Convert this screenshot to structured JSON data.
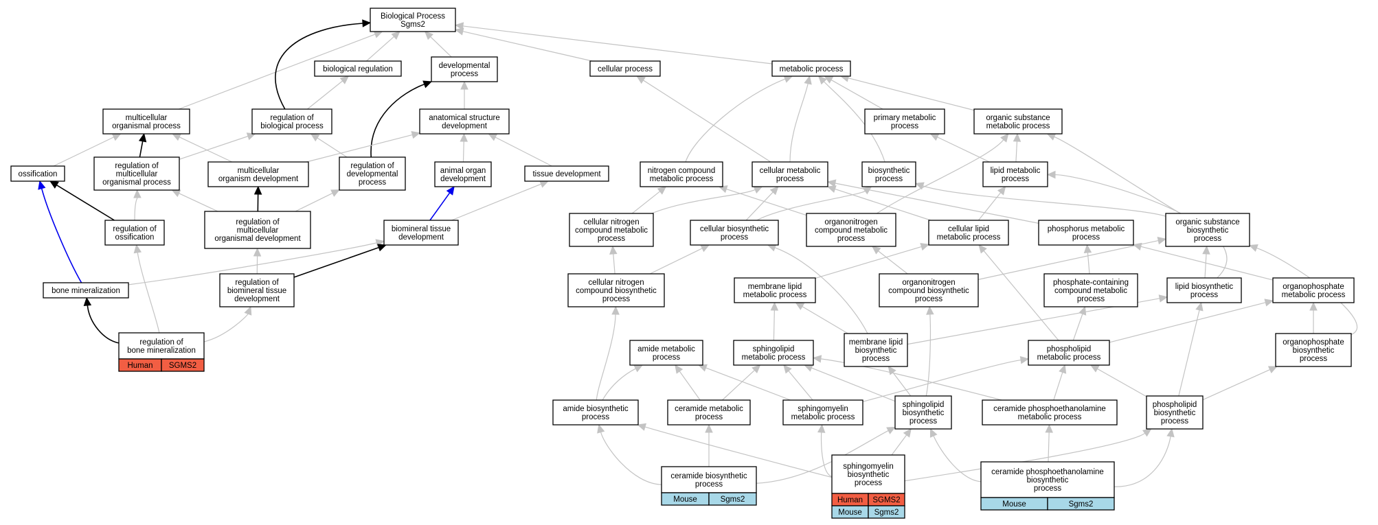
{
  "colors": {
    "edge_default": "#c3c3c3",
    "edge_highlight": "#000000",
    "edge_blue": "#0000ee",
    "human": "#f25e43",
    "mouse": "#a8d8e8",
    "node_fill": "#ffffff",
    "node_border": "#000000"
  },
  "nodes": [
    {
      "id": "bp",
      "lines": [
        "Biological Process",
        "Sgms2"
      ]
    },
    {
      "id": "breg",
      "lines": [
        "biological regulation"
      ]
    },
    {
      "id": "dev",
      "lines": [
        "developmental",
        "process"
      ]
    },
    {
      "id": "cellp",
      "lines": [
        "cellular process"
      ]
    },
    {
      "id": "metab",
      "lines": [
        "metabolic process"
      ]
    },
    {
      "id": "mop",
      "lines": [
        "multicellular",
        "organismal process"
      ]
    },
    {
      "id": "rbp",
      "lines": [
        "regulation of",
        "biological process"
      ]
    },
    {
      "id": "asd",
      "lines": [
        "anatomical structure",
        "development"
      ]
    },
    {
      "id": "pmp",
      "lines": [
        "primary metabolic",
        "process"
      ]
    },
    {
      "id": "osmp",
      "lines": [
        "organic substance",
        "metabolic process"
      ]
    },
    {
      "id": "oss",
      "lines": [
        "ossification"
      ]
    },
    {
      "id": "rmop",
      "lines": [
        "regulation of",
        "multicellular",
        "organismal process"
      ]
    },
    {
      "id": "mod",
      "lines": [
        "multicellular",
        "organism development"
      ]
    },
    {
      "id": "rdp",
      "lines": [
        "regulation of",
        "developmental",
        "process"
      ]
    },
    {
      "id": "aod",
      "lines": [
        "animal organ",
        "development"
      ]
    },
    {
      "id": "td",
      "lines": [
        "tissue development"
      ]
    },
    {
      "id": "ncmp",
      "lines": [
        "nitrogen compound",
        "metabolic process"
      ]
    },
    {
      "id": "cmp",
      "lines": [
        "cellular metabolic",
        "process"
      ]
    },
    {
      "id": "bsp",
      "lines": [
        "biosynthetic",
        "process"
      ]
    },
    {
      "id": "lmp",
      "lines": [
        "lipid metabolic",
        "process"
      ]
    },
    {
      "id": "ross",
      "lines": [
        "regulation of",
        "ossification"
      ]
    },
    {
      "id": "rmod",
      "lines": [
        "regulation of",
        "multicellular",
        "organismal development"
      ]
    },
    {
      "id": "btd",
      "lines": [
        "biomineral tissue",
        "development"
      ]
    },
    {
      "id": "cncmp",
      "lines": [
        "cellular nitrogen",
        "compound metabolic",
        "process"
      ]
    },
    {
      "id": "cbp",
      "lines": [
        "cellular biosynthetic",
        "process"
      ]
    },
    {
      "id": "onc",
      "lines": [
        "organonitrogen",
        "compound metabolic",
        "process"
      ]
    },
    {
      "id": "clmp",
      "lines": [
        "cellular lipid",
        "metabolic process"
      ]
    },
    {
      "id": "phmp",
      "lines": [
        "phosphorus metabolic",
        "process"
      ]
    },
    {
      "id": "osbp",
      "lines": [
        "organic substance",
        "biosynthetic",
        "process"
      ]
    },
    {
      "id": "bmin",
      "lines": [
        "bone mineralization"
      ]
    },
    {
      "id": "rbtd",
      "lines": [
        "regulation of",
        "biomineral tissue",
        "development"
      ]
    },
    {
      "id": "cncbp",
      "lines": [
        "cellular nitrogen",
        "compound biosynthetic",
        "process"
      ]
    },
    {
      "id": "mlmp",
      "lines": [
        "membrane lipid",
        "metabolic process"
      ]
    },
    {
      "id": "oncb",
      "lines": [
        "organonitrogen",
        "compound biosynthetic",
        "process"
      ]
    },
    {
      "id": "pccmp",
      "lines": [
        "phosphate-containing",
        "compound metabolic",
        "process"
      ]
    },
    {
      "id": "lbp",
      "lines": [
        "lipid biosynthetic",
        "process"
      ]
    },
    {
      "id": "opmp",
      "lines": [
        "organophosphate",
        "metabolic process"
      ]
    },
    {
      "id": "rbm",
      "lines": [
        "regulation of",
        "bone mineralization"
      ],
      "tags": [
        {
          "text": "Human",
          "kind": "human"
        },
        {
          "text": "SGMS2",
          "kind": "human"
        }
      ]
    },
    {
      "id": "amp",
      "lines": [
        "amide metabolic",
        "process"
      ]
    },
    {
      "id": "slmp",
      "lines": [
        "sphingolipid",
        "metabolic process"
      ]
    },
    {
      "id": "mlbp",
      "lines": [
        "membrane lipid",
        "biosynthetic",
        "process"
      ]
    },
    {
      "id": "plmp",
      "lines": [
        "phospholipid",
        "metabolic process"
      ]
    },
    {
      "id": "opbp",
      "lines": [
        "organophosphate",
        "biosynthetic",
        "process"
      ]
    },
    {
      "id": "abp",
      "lines": [
        "amide biosynthetic",
        "process"
      ]
    },
    {
      "id": "cermp",
      "lines": [
        "ceramide metabolic",
        "process"
      ]
    },
    {
      "id": "smmp",
      "lines": [
        "sphingomyelin",
        "metabolic process"
      ]
    },
    {
      "id": "slbp",
      "lines": [
        "sphingolipid",
        "biosynthetic",
        "process"
      ]
    },
    {
      "id": "cpemp",
      "lines": [
        "ceramide phosphoethanolamine",
        "metabolic process"
      ]
    },
    {
      "id": "plbp",
      "lines": [
        "phospholipid",
        "biosynthetic",
        "process"
      ]
    },
    {
      "id": "cerbp",
      "lines": [
        "ceramide biosynthetic",
        "process"
      ],
      "tags": [
        {
          "text": "Mouse",
          "kind": "mouse"
        },
        {
          "text": "Sgms2",
          "kind": "mouse"
        }
      ]
    },
    {
      "id": "smbp",
      "lines": [
        "sphingomyelin",
        "biosynthetic",
        "process"
      ],
      "tags": [
        {
          "text": "Human",
          "kind": "human"
        },
        {
          "text": "SGMS2",
          "kind": "human"
        },
        {
          "text": "Mouse",
          "kind": "mouse"
        },
        {
          "text": "Sgms2",
          "kind": "mouse"
        }
      ]
    },
    {
      "id": "cpebp",
      "lines": [
        "ceramide phosphoethanolamine",
        "biosynthetic",
        "process"
      ],
      "tags": [
        {
          "text": "Mouse",
          "kind": "mouse"
        },
        {
          "text": "Sgms2",
          "kind": "mouse"
        }
      ]
    }
  ],
  "edges": [
    {
      "from": "breg",
      "to": "bp",
      "style": "default"
    },
    {
      "from": "dev",
      "to": "bp",
      "style": "default"
    },
    {
      "from": "cellp",
      "to": "bp",
      "style": "default"
    },
    {
      "from": "metab",
      "to": "bp",
      "style": "default"
    },
    {
      "from": "mop",
      "to": "bp",
      "style": "default"
    },
    {
      "from": "rbp",
      "to": "bp",
      "style": "highlight"
    },
    {
      "from": "rbp",
      "to": "breg",
      "style": "default"
    },
    {
      "from": "asd",
      "to": "dev",
      "style": "default"
    },
    {
      "from": "rdp",
      "to": "dev",
      "style": "highlight"
    },
    {
      "from": "pmp",
      "to": "metab",
      "style": "default"
    },
    {
      "from": "osmp",
      "to": "metab",
      "style": "default"
    },
    {
      "from": "ncmp",
      "to": "metab",
      "style": "default"
    },
    {
      "from": "cmp",
      "to": "metab",
      "style": "default"
    },
    {
      "from": "bsp",
      "to": "metab",
      "style": "default"
    },
    {
      "from": "cmp",
      "to": "cellp",
      "style": "default"
    },
    {
      "from": "oss",
      "to": "mop",
      "style": "default"
    },
    {
      "from": "rmop",
      "to": "mop",
      "style": "highlight"
    },
    {
      "from": "mod",
      "to": "mop",
      "style": "default"
    },
    {
      "from": "rmop",
      "to": "rbp",
      "style": "default"
    },
    {
      "from": "rdp",
      "to": "rbp",
      "style": "default"
    },
    {
      "from": "mod",
      "to": "asd",
      "style": "default"
    },
    {
      "from": "aod",
      "to": "asd",
      "style": "default"
    },
    {
      "from": "td",
      "to": "asd",
      "style": "default"
    },
    {
      "from": "lmp",
      "to": "pmp",
      "style": "default"
    },
    {
      "from": "lmp",
      "to": "osmp",
      "style": "default"
    },
    {
      "from": "onc",
      "to": "osmp",
      "style": "default"
    },
    {
      "from": "osbp",
      "to": "osmp",
      "style": "default"
    },
    {
      "from": "ross",
      "to": "oss",
      "style": "highlight"
    },
    {
      "from": "bmin",
      "to": "oss",
      "style": "blue"
    },
    {
      "from": "ross",
      "to": "rmop",
      "style": "default"
    },
    {
      "from": "rmod",
      "to": "rmop",
      "style": "default"
    },
    {
      "from": "rmod",
      "to": "mod",
      "style": "highlight"
    },
    {
      "from": "rmod",
      "to": "rdp",
      "style": "default"
    },
    {
      "from": "btd",
      "to": "aod",
      "style": "blue"
    },
    {
      "from": "btd",
      "to": "td",
      "style": "default"
    },
    {
      "from": "cncmp",
      "to": "ncmp",
      "style": "default"
    },
    {
      "from": "onc",
      "to": "ncmp",
      "style": "default"
    },
    {
      "from": "cncmp",
      "to": "cmp",
      "style": "default"
    },
    {
      "from": "cbp",
      "to": "cmp",
      "style": "default"
    },
    {
      "from": "clmp",
      "to": "cmp",
      "style": "default"
    },
    {
      "from": "phmp",
      "to": "cmp",
      "style": "default"
    },
    {
      "from": "cbp",
      "to": "bsp",
      "style": "default"
    },
    {
      "from": "osbp",
      "to": "bsp",
      "style": "default"
    },
    {
      "from": "clmp",
      "to": "lmp",
      "style": "default"
    },
    {
      "from": "lbp",
      "to": "lmp",
      "style": "default"
    },
    {
      "from": "rbm",
      "to": "ross",
      "style": "default"
    },
    {
      "from": "rbtd",
      "to": "rmod",
      "style": "default"
    },
    {
      "from": "bmin",
      "to": "btd",
      "style": "default"
    },
    {
      "from": "rbtd",
      "to": "btd",
      "style": "highlight"
    },
    {
      "from": "cncbp",
      "to": "cncmp",
      "style": "default"
    },
    {
      "from": "cncbp",
      "to": "cbp",
      "style": "default"
    },
    {
      "from": "mlbp",
      "to": "cbp",
      "style": "default"
    },
    {
      "from": "oncb",
      "to": "onc",
      "style": "default"
    },
    {
      "from": "mlmp",
      "to": "clmp",
      "style": "default"
    },
    {
      "from": "plmp",
      "to": "clmp",
      "style": "default"
    },
    {
      "from": "pccmp",
      "to": "phmp",
      "style": "default"
    },
    {
      "from": "opmp",
      "to": "phmp",
      "style": "default"
    },
    {
      "from": "lbp",
      "to": "osbp",
      "style": "default"
    },
    {
      "from": "opbp",
      "to": "osbp",
      "style": "default"
    },
    {
      "from": "oncb",
      "to": "osbp",
      "style": "default"
    },
    {
      "from": "rbm",
      "to": "bmin",
      "style": "highlight"
    },
    {
      "from": "rbm",
      "to": "rbtd",
      "style": "default"
    },
    {
      "from": "abp",
      "to": "cncbp",
      "style": "default"
    },
    {
      "from": "slmp",
      "to": "mlmp",
      "style": "default"
    },
    {
      "from": "mlbp",
      "to": "mlmp",
      "style": "default"
    },
    {
      "from": "slbp",
      "to": "oncb",
      "style": "default"
    },
    {
      "from": "plmp",
      "to": "pccmp",
      "style": "default"
    },
    {
      "from": "plbp",
      "to": "lbp",
      "style": "default"
    },
    {
      "from": "mlbp",
      "to": "lbp",
      "style": "default"
    },
    {
      "from": "plmp",
      "to": "opmp",
      "style": "default"
    },
    {
      "from": "opbp",
      "to": "opmp",
      "style": "default"
    },
    {
      "from": "abp",
      "to": "amp",
      "style": "default"
    },
    {
      "from": "cermp",
      "to": "amp",
      "style": "default"
    },
    {
      "from": "smmp",
      "to": "amp",
      "style": "default"
    },
    {
      "from": "smmp",
      "to": "slmp",
      "style": "default"
    },
    {
      "from": "cermp",
      "to": "slmp",
      "style": "default"
    },
    {
      "from": "cpemp",
      "to": "slmp",
      "style": "default"
    },
    {
      "from": "slbp",
      "to": "slmp",
      "style": "default"
    },
    {
      "from": "slbp",
      "to": "mlbp",
      "style": "default"
    },
    {
      "from": "smmp",
      "to": "plmp",
      "style": "default"
    },
    {
      "from": "cpemp",
      "to": "plmp",
      "style": "default"
    },
    {
      "from": "plbp",
      "to": "plmp",
      "style": "default"
    },
    {
      "from": "plbp",
      "to": "opbp",
      "style": "default"
    },
    {
      "from": "cerbp",
      "to": "abp",
      "style": "default"
    },
    {
      "from": "cerbp",
      "to": "cermp",
      "style": "default"
    },
    {
      "from": "cerbp",
      "to": "slbp",
      "style": "default"
    },
    {
      "from": "smbp",
      "to": "smmp",
      "style": "default"
    },
    {
      "from": "smbp",
      "to": "slbp",
      "style": "default"
    },
    {
      "from": "smbp",
      "to": "abp",
      "style": "default"
    },
    {
      "from": "smbp",
      "to": "plbp",
      "style": "default"
    },
    {
      "from": "cpebp",
      "to": "cpemp",
      "style": "default"
    },
    {
      "from": "cpebp",
      "to": "slbp",
      "style": "default"
    },
    {
      "from": "cpebp",
      "to": "plbp",
      "style": "default"
    }
  ]
}
